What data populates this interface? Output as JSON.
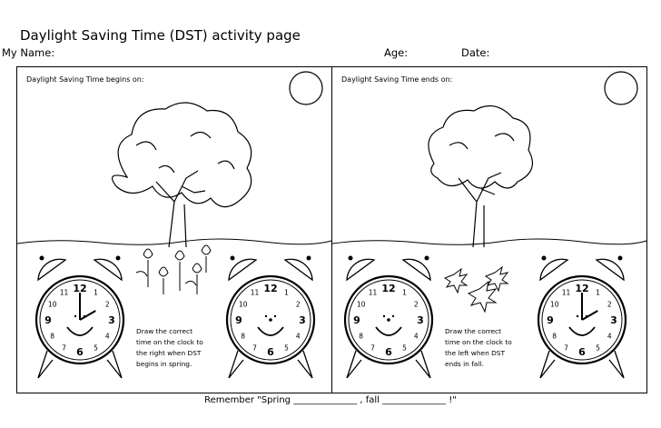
{
  "title": "Daylight Saving Time (DST) activity page",
  "header": {
    "name_label": "My Name:",
    "age_label": "Age:",
    "date_label": "Date:"
  },
  "panels": [
    {
      "label": "Daylight Saving Time begins on:",
      "instruction": "Draw the correct\ntime on the clock to\nthe right when DST\nbegins in spring."
    },
    {
      "label": "Daylight Saving Time ends on:",
      "instruction": "Draw the correct\ntime on the clock to\nthe left when DST\nends in fall."
    }
  ],
  "clock_numbers": [
    "12",
    "1",
    "2",
    "3",
    "4",
    "5",
    "6",
    "7",
    "8",
    "9",
    "10",
    "11"
  ],
  "clock_time_shown": "2:00",
  "footer": "Remember \"Spring ______________ , fall ______________ !\""
}
